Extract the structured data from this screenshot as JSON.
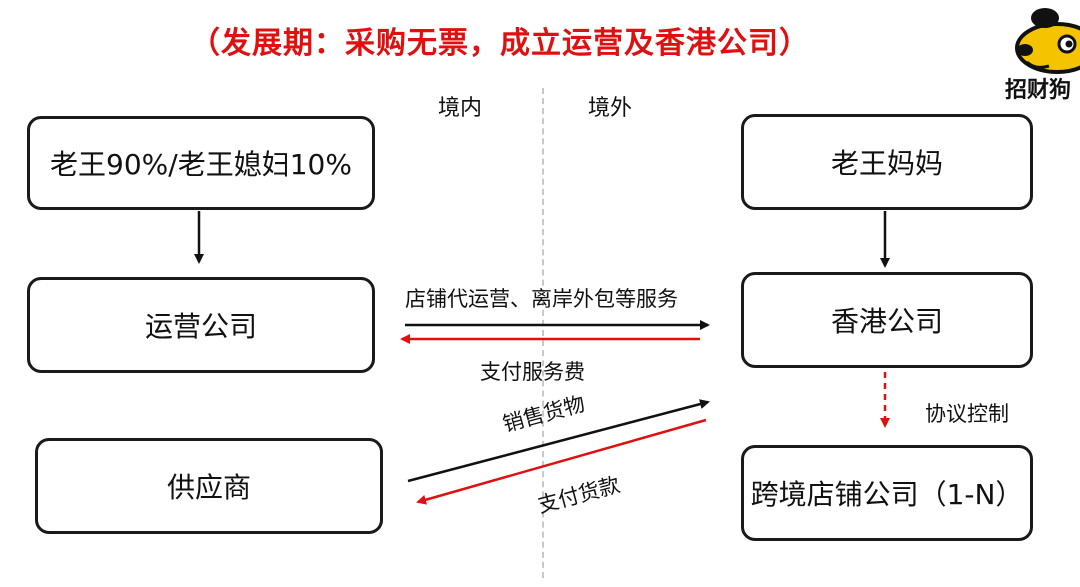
{
  "title": "（发展期：采购无票，成立运营及香港公司）",
  "zones": {
    "domestic": "境内",
    "overseas": "境外"
  },
  "boxes": {
    "owners": "老王90%/老王媳妇10%",
    "ops_company": "运营公司",
    "supplier": "供应商",
    "mother": "老王妈妈",
    "hk_company": "香港公司",
    "cross_border": "跨境店铺公司（1-N）"
  },
  "flows": {
    "services": "店铺代运营、离岸外包等服务",
    "service_fee": "支付服务费",
    "sell_goods": "销售货物",
    "pay_goods": "支付货款",
    "agreement_control": "协议控制"
  },
  "logo": {
    "text": "招财狗"
  },
  "colors": {
    "title": "#e01010",
    "arrow_black": "#111111",
    "arrow_red": "#e01010",
    "logo_yellow": "#f5c400"
  }
}
